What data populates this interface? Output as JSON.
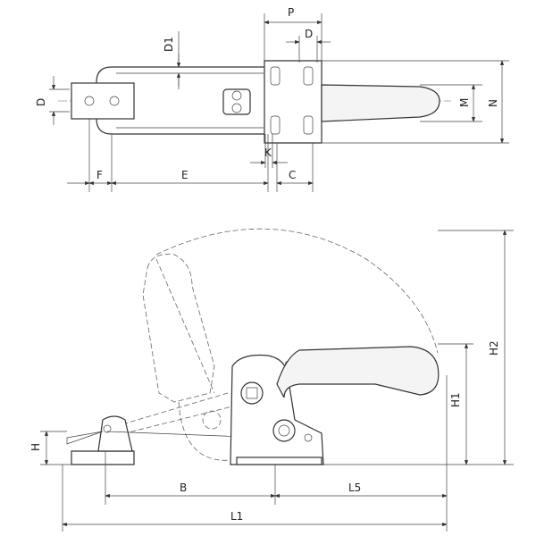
{
  "top_view": {
    "dimensions": {
      "P": "P",
      "D_top": "D",
      "D1": "D1",
      "D_left": "D",
      "M": "M",
      "N": "N",
      "F": "F",
      "E": "E",
      "K": "K",
      "C": "C"
    }
  },
  "side_view": {
    "dimensions": {
      "H2": "H2",
      "H1": "H1",
      "H": "H",
      "B": "B",
      "L5": "L5",
      "L1": "L1"
    }
  }
}
